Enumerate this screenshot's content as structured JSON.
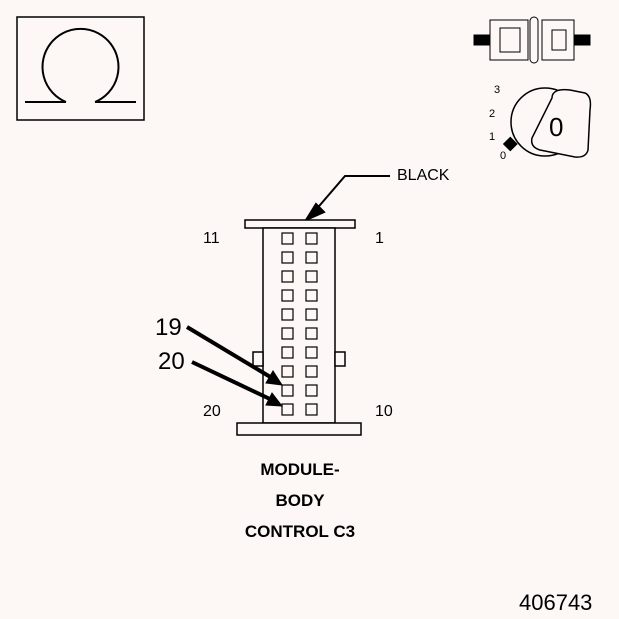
{
  "connector": {
    "color_label": "BLACK",
    "pin_labels": {
      "top_left": "11",
      "top_right": "1",
      "bottom_left": "20",
      "bottom_right": "10"
    },
    "callouts": [
      "19",
      "20"
    ]
  },
  "key_icon": {
    "positions": [
      "3",
      "2",
      "1",
      "0"
    ],
    "key_symbol": "0"
  },
  "title_lines": [
    "MODULE-",
    "BODY",
    "CONTROL C3"
  ],
  "figure_number": "406743",
  "colors": {
    "background": "#fdf8f6",
    "line": "#000000"
  }
}
